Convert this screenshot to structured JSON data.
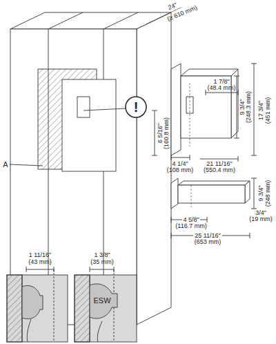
{
  "diagram": {
    "nodes": [
      {
        "text": [
          "!"
        ]
      },
      {
        "text": [
          "ESW"
        ]
      }
    ],
    "labels": [
      "24\"",
      "(≥ 610 mm)",
      "A",
      "1 7/8\"",
      "(48.4 mm)",
      "17 3/4\"",
      "(451 mm)",
      "9 3/4\"",
      "(248.3 mm)",
      "6 5/16\"",
      "(160.8 mm)",
      "4 1/4\"",
      "(108 mm)",
      "21 11/16\"",
      "(550.4 mm)",
      "9 3/4\"",
      "(248 mm)",
      "3/4\"",
      "(19 mm)",
      "4 5/8\"",
      "(116.7 mm)",
      "25 11/16\"",
      "(653 mm)",
      "1 11/16\"",
      "(43 mm)",
      "1 3/8\"",
      "(35 mm)"
    ]
  }
}
